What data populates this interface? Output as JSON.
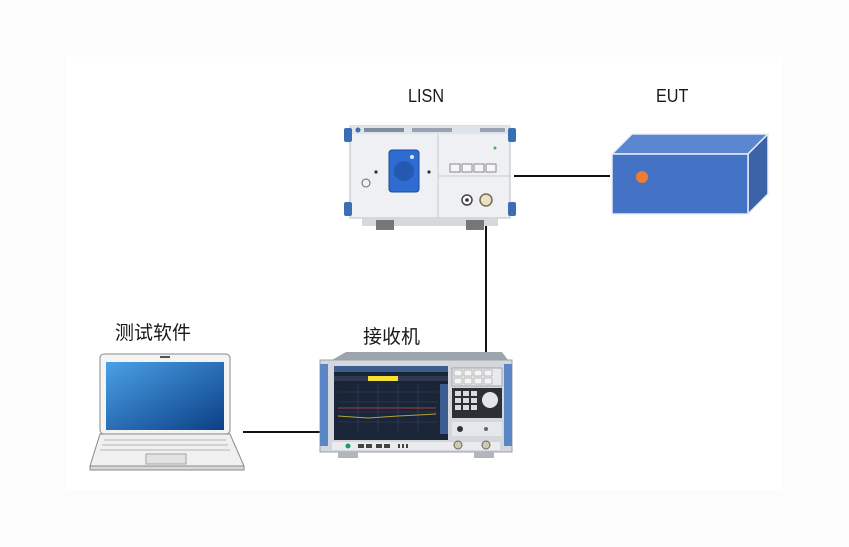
{
  "diagram": {
    "title": "Conducted emission test setup",
    "nodes": {
      "lisn": {
        "label": "LISN"
      },
      "eut": {
        "label": "EUT"
      },
      "software": {
        "label": "测试软件"
      },
      "receiver": {
        "label": "接收机"
      }
    },
    "edges": [
      {
        "from": "lisn",
        "to": "eut"
      },
      {
        "from": "lisn",
        "to": "receiver"
      },
      {
        "from": "software",
        "to": "receiver"
      }
    ],
    "colors": {
      "eut_blue": "#4472c4",
      "eut_indicator": "#ed7d31",
      "laptop_screen": "#1f5fa8",
      "instrument_blue": "#5b86c5",
      "wire": "#111111"
    }
  }
}
